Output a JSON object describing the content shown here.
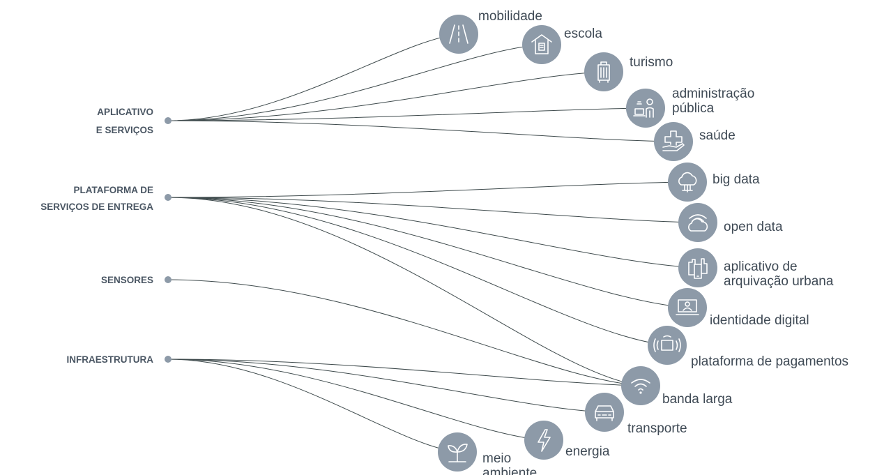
{
  "colors": {
    "node": "#8d9aa8",
    "edge": "#3e4a4c",
    "text": "#3f4a55",
    "icon": "#ffffff"
  },
  "categories": [
    {
      "id": "app",
      "lines": [
        "APLICATIVO",
        "E SERVIÇOS"
      ]
    },
    {
      "id": "plat",
      "lines": [
        "PLATAFORMA DE",
        "SERVIÇOS DE ENTREGA"
      ]
    },
    {
      "id": "sens",
      "lines": [
        "SENSORES"
      ]
    },
    {
      "id": "infra",
      "lines": [
        "INFRAESTRUTURA"
      ]
    }
  ],
  "nodes": [
    {
      "id": "mobilidade",
      "lines": [
        "mobilidade"
      ],
      "icon": "road-icon"
    },
    {
      "id": "escola",
      "lines": [
        "escola"
      ],
      "icon": "school-icon"
    },
    {
      "id": "turismo",
      "lines": [
        "turismo"
      ],
      "icon": "luggage-icon"
    },
    {
      "id": "administracao",
      "lines": [
        "administração",
        "pública"
      ],
      "icon": "public-admin-icon"
    },
    {
      "id": "saude",
      "lines": [
        "saúde"
      ],
      "icon": "health-cross-icon"
    },
    {
      "id": "bigdata",
      "lines": [
        "big data"
      ],
      "icon": "cloud-network-icon"
    },
    {
      "id": "opendata",
      "lines": [
        "open data"
      ],
      "icon": "cloud-wifi-icon"
    },
    {
      "id": "aplicativo",
      "lines": [
        "aplicativo de",
        "arquivação urbana"
      ],
      "icon": "city-phone-icon"
    },
    {
      "id": "identidade",
      "lines": [
        "identidade digital"
      ],
      "icon": "laptop-user-icon"
    },
    {
      "id": "pagamentos",
      "lines": [
        "plataforma de pagamentos"
      ],
      "icon": "contactless-card-icon"
    },
    {
      "id": "banda",
      "lines": [
        "banda larga"
      ],
      "icon": "wifi-icon"
    },
    {
      "id": "transporte",
      "lines": [
        "transporte"
      ],
      "icon": "car-icon"
    },
    {
      "id": "energia",
      "lines": [
        "energia"
      ],
      "icon": "lightning-icon"
    },
    {
      "id": "meio",
      "lines": [
        "meio",
        "ambiente"
      ],
      "icon": "sprout-icon"
    }
  ],
  "links": [
    [
      "app",
      "mobilidade"
    ],
    [
      "app",
      "escola"
    ],
    [
      "app",
      "turismo"
    ],
    [
      "app",
      "administracao"
    ],
    [
      "app",
      "saude"
    ],
    [
      "plat",
      "bigdata"
    ],
    [
      "plat",
      "opendata"
    ],
    [
      "plat",
      "aplicativo"
    ],
    [
      "plat",
      "identidade"
    ],
    [
      "plat",
      "pagamentos"
    ],
    [
      "plat",
      "banda"
    ],
    [
      "sens",
      "banda"
    ],
    [
      "infra",
      "banda"
    ],
    [
      "infra",
      "transporte"
    ],
    [
      "infra",
      "energia"
    ],
    [
      "infra",
      "meio"
    ]
  ]
}
